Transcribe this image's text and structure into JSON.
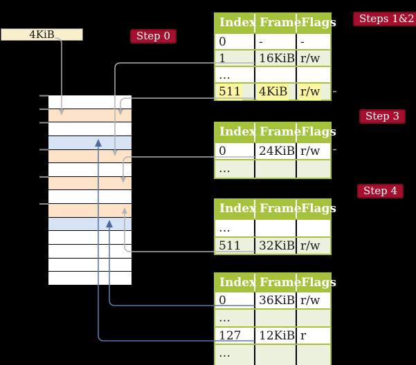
{
  "register": {
    "label": "4KiB"
  },
  "badges": {
    "step0": "Step 0",
    "steps12": "Steps 1&2",
    "step3": "Step 3",
    "step4": "Step 4"
  },
  "table_headers": [
    "Index",
    "Frame",
    "Flags"
  ],
  "tables": {
    "t1": {
      "rows": [
        [
          "0",
          "-",
          "-"
        ],
        [
          "1",
          "16KiB",
          "r/w"
        ],
        [
          "…",
          "",
          ""
        ],
        [
          "511",
          "4KiB",
          "r/w"
        ]
      ]
    },
    "t2": {
      "rows": [
        [
          "0",
          "24KiB",
          "r/w"
        ],
        [
          "…",
          "",
          ""
        ]
      ]
    },
    "t3": {
      "rows": [
        [
          "…",
          "",
          ""
        ],
        [
          "511",
          "32KiB",
          "r/w"
        ]
      ]
    },
    "t4": {
      "rows": [
        [
          "0",
          "36KiB",
          "r/w"
        ],
        [
          "…",
          "",
          ""
        ],
        [
          "127",
          "12KiB",
          "r"
        ],
        [
          "…",
          "",
          ""
        ]
      ]
    }
  },
  "memory": {
    "rows": [
      "w",
      "p",
      "w",
      "b",
      "p",
      "w",
      "p",
      "w",
      "p",
      "b",
      "w",
      "w",
      "w",
      "w"
    ]
  },
  "colors": {
    "background": "#000000",
    "table_green": "#a5c23c",
    "row_shade_green": "#ebf1dc",
    "badge_red": "#a60f2e",
    "badge_border": "#7f0b20",
    "frame_peach": "#fce3c8",
    "page_blue": "#d6e3f5",
    "highlight_yellow": "#fdf7a1",
    "register_cream": "#faefcd",
    "arrow_gray": "#b3b3b3",
    "arrow_blue": "#5b79b3"
  }
}
